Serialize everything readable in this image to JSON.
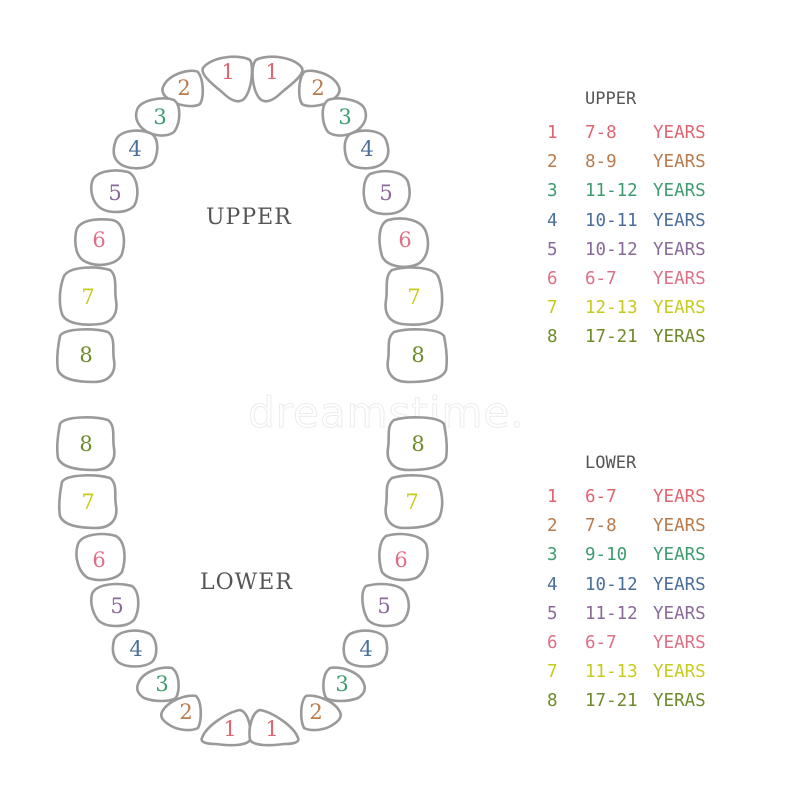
{
  "colors": {
    "tooth1": "#e06570",
    "tooth2": "#b97a4c",
    "tooth3": "#3f9c6e",
    "tooth4": "#4b6e9a",
    "tooth5": "#8a6a98",
    "tooth6": "#dd7085",
    "tooth7": "#c5cc1e",
    "tooth8": "#6e8a2a",
    "heading": "#555555",
    "outline": "#9a9a9a"
  },
  "diagram": {
    "upper_label": "UPPER",
    "lower_label": "LOWER",
    "watermark": "dreamstime.",
    "upper_teeth": [
      {
        "num": "1",
        "side": "left"
      },
      {
        "num": "1",
        "side": "right"
      },
      {
        "num": "2",
        "side": "left"
      },
      {
        "num": "2",
        "side": "right"
      },
      {
        "num": "3",
        "side": "left"
      },
      {
        "num": "3",
        "side": "right"
      },
      {
        "num": "4",
        "side": "left"
      },
      {
        "num": "4",
        "side": "right"
      },
      {
        "num": "5",
        "side": "left"
      },
      {
        "num": "5",
        "side": "right"
      },
      {
        "num": "6",
        "side": "left"
      },
      {
        "num": "6",
        "side": "right"
      },
      {
        "num": "7",
        "side": "left"
      },
      {
        "num": "7",
        "side": "right"
      },
      {
        "num": "8",
        "side": "left"
      },
      {
        "num": "8",
        "side": "right"
      }
    ],
    "lower_teeth": [
      {
        "num": "1",
        "side": "left"
      },
      {
        "num": "1",
        "side": "right"
      },
      {
        "num": "2",
        "side": "left"
      },
      {
        "num": "2",
        "side": "right"
      },
      {
        "num": "3",
        "side": "left"
      },
      {
        "num": "3",
        "side": "right"
      },
      {
        "num": "4",
        "side": "left"
      },
      {
        "num": "4",
        "side": "right"
      },
      {
        "num": "5",
        "side": "left"
      },
      {
        "num": "5",
        "side": "right"
      },
      {
        "num": "6",
        "side": "left"
      },
      {
        "num": "6",
        "side": "right"
      },
      {
        "num": "7",
        "side": "left"
      },
      {
        "num": "7",
        "side": "right"
      },
      {
        "num": "8",
        "side": "left"
      },
      {
        "num": "8",
        "side": "right"
      }
    ]
  },
  "legend": {
    "upper": {
      "title": "UPPER",
      "rows": [
        {
          "num": "1",
          "range": "7-8",
          "unit": "YEARS"
        },
        {
          "num": "2",
          "range": "8-9",
          "unit": "YEARS"
        },
        {
          "num": "3",
          "range": "11-12",
          "unit": "YEARS"
        },
        {
          "num": "4",
          "range": "10-11",
          "unit": "YEARS"
        },
        {
          "num": "5",
          "range": "10-12",
          "unit": "YEARS"
        },
        {
          "num": "6",
          "range": "6-7",
          "unit": "YEARS"
        },
        {
          "num": "7",
          "range": "12-13",
          "unit": "YEARS"
        },
        {
          "num": "8",
          "range": "17-21",
          "unit": "YERAS"
        }
      ]
    },
    "lower": {
      "title": "LOWER",
      "rows": [
        {
          "num": "1",
          "range": "6-7",
          "unit": "YEARS"
        },
        {
          "num": "2",
          "range": "7-8",
          "unit": "YEARS"
        },
        {
          "num": "3",
          "range": "9-10",
          "unit": "YEARS"
        },
        {
          "num": "4",
          "range": "10-12",
          "unit": "YEARS"
        },
        {
          "num": "5",
          "range": "11-12",
          "unit": "YEARS"
        },
        {
          "num": "6",
          "range": "6-7",
          "unit": "YEARS"
        },
        {
          "num": "7",
          "range": "11-13",
          "unit": "YEARS"
        },
        {
          "num": "8",
          "range": "17-21",
          "unit": "YERAS"
        }
      ]
    }
  }
}
